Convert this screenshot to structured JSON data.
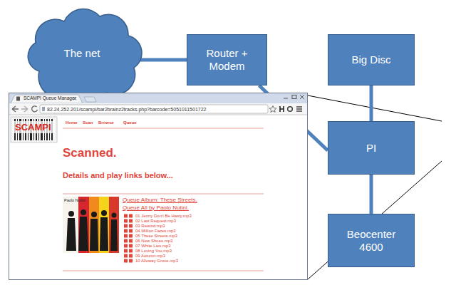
{
  "diagram": {
    "nodes": [
      {
        "text": [
          "The net"
        ]
      },
      {
        "text": [
          "Router + Modem"
        ]
      },
      {
        "text": [
          "Big Disc"
        ]
      },
      {
        "text": [
          "PI"
        ]
      },
      {
        "text": [
          "Beocenter 4600"
        ]
      }
    ],
    "edges": [
      {
        "from": 0,
        "to": 1,
        "arrow": "none"
      },
      {
        "from": 1,
        "to": 3,
        "arrow": "none"
      },
      {
        "from": 2,
        "to": 3,
        "arrow": "none"
      },
      {
        "from": 3,
        "to": 4,
        "arrow": "none"
      }
    ],
    "labels": [
      "SCAMPI Queue Manager",
      "82.24.252.201/scampi/bar2brainz2tracks.php?barcode=5051011501722",
      "SCAMPI",
      "Home",
      "Scan",
      "Browse",
      "Queue",
      "Scanned.",
      "Details and play links below...",
      "Paolo Nutini",
      "Queue Album: These Streets.",
      "Queue All by Paolo Nutini.",
      "01 Jenny Don't Be Hasty.mp3",
      "02 Last Request.mp3",
      "03 Rewind.mp3",
      "04 Million Faces.mp3",
      "05 These Streets.mp3",
      "06 New Shoes.mp3",
      "07 White Lies.mp3",
      "08 Loving You.mp3",
      "09 Autumn.mp3",
      "10 Alloway Grove.mp3"
    ]
  }
}
